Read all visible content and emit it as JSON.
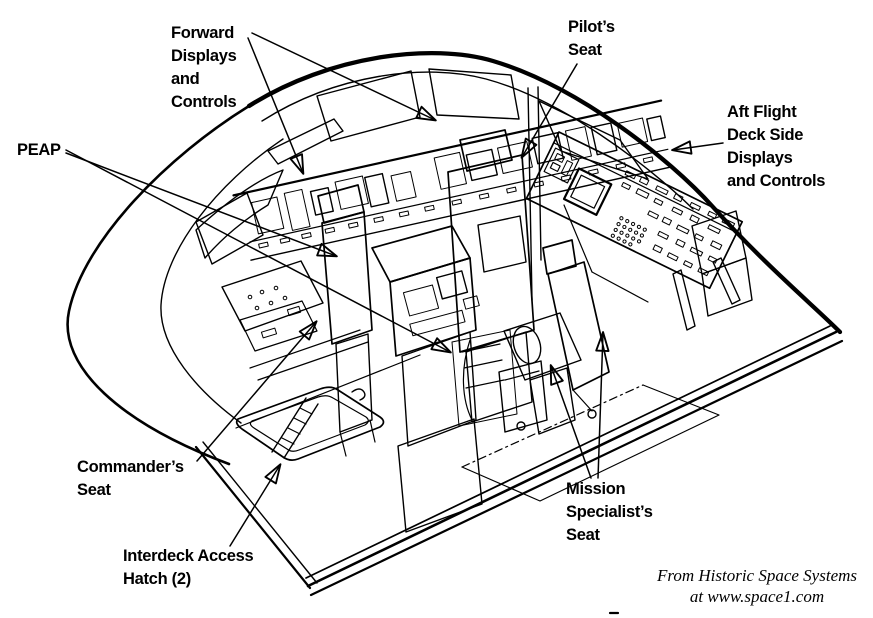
{
  "colors": {
    "ink": "#000000",
    "paper": "#ffffff"
  },
  "labels": {
    "forward_displays": "Forward\nDisplays\nand\nControls",
    "pilot_seat": "Pilot’s\nSeat",
    "aft_flight_deck": "Aft Flight\nDeck Side\nDisplays\nand Controls",
    "peap": "PEAP",
    "commander_seat": "Commander’s\nSeat",
    "interdeck_hatch": "Interdeck Access\nHatch (2)",
    "mission_specialist_seat": "Mission\nSpecialist’s\nSeat"
  },
  "credit": "From Historic Space Systems\nat www.space1.com"
}
